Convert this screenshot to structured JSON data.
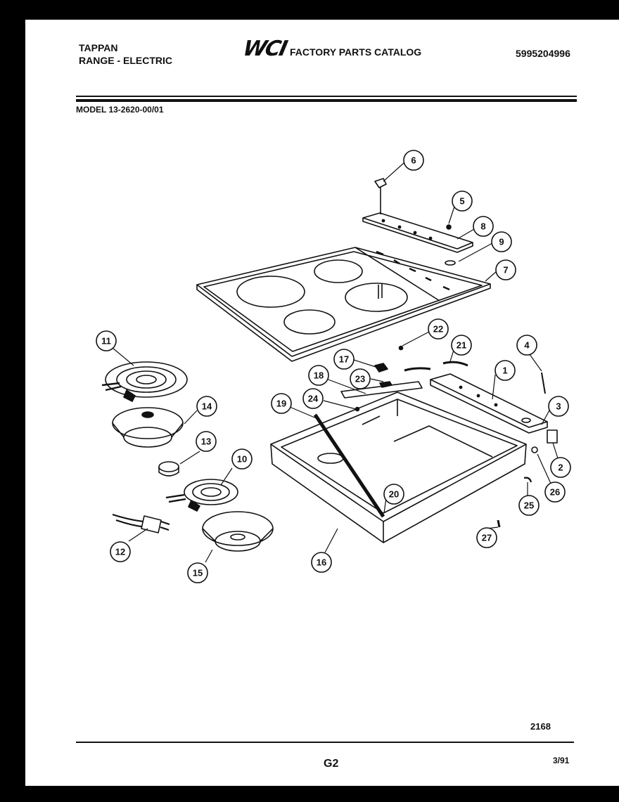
{
  "header": {
    "brand": "TAPPAN",
    "category": "RANGE - ELECTRIC",
    "logo": "WCI",
    "catalog_title": "FACTORY PARTS CATALOG",
    "catalog_number": "5995204996",
    "model": "MODEL 13-2620-00/01"
  },
  "callouts": [
    "1",
    "2",
    "3",
    "4",
    "5",
    "6",
    "7",
    "8",
    "9",
    "10",
    "11",
    "12",
    "13",
    "14",
    "15",
    "16",
    "17",
    "18",
    "19",
    "20",
    "21",
    "22",
    "23",
    "24",
    "25",
    "26",
    "27",
    "18"
  ],
  "footer": {
    "drawing_code": "2168",
    "page": "G2",
    "date": "3/91"
  }
}
